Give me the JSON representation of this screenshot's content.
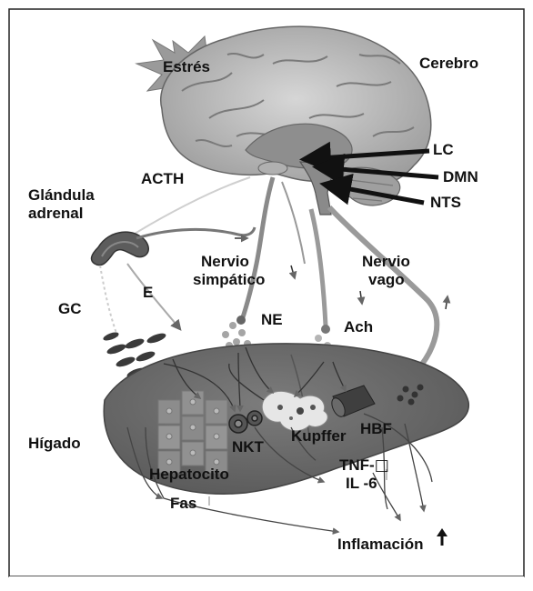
{
  "labels": {
    "estres": "Estrés",
    "cerebro": "Cerebro",
    "lc": "LC",
    "dmn": "DMN",
    "nts": "NTS",
    "acth": "ACTH",
    "glandula_line1": "Glándula",
    "glandula_line2": "adrenal",
    "nervio_simpatico_line1": "Nervio",
    "nervio_simpatico_line2": "simpático",
    "nervio_vago_line1": "Nervio",
    "nervio_vago_line2": "vago",
    "gc": "GC",
    "e": "E",
    "ne": "NE",
    "ach": "Ach",
    "higado": "Hígado",
    "nkt": "NKT",
    "kupffer": "Kupffer",
    "hbf": "HBF",
    "hepatocito": "Hepatocito",
    "tnf": "TNF-",
    "tnf_glyph": "□",
    "il6": "IL -6",
    "fas": "Fas",
    "inflamacion": "Inflamación"
  },
  "colors": {
    "border": "#222222",
    "liver": "#6b6b6b",
    "brain": "#bdbdbd",
    "nerve": "#8a8a8a",
    "dots": "#9a9a9a"
  }
}
